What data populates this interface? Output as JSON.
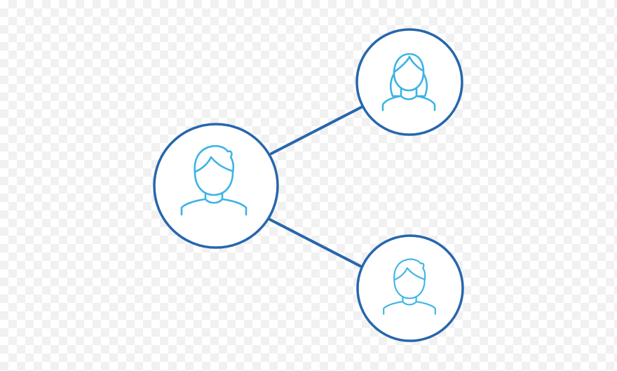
{
  "colors": {
    "ring": "#2766ad",
    "connector": "#2766ad",
    "person": "#3bb4e5"
  },
  "nodes": [
    {
      "id": "center",
      "icon": "male-person-icon"
    },
    {
      "id": "top-right",
      "icon": "female-person-icon"
    },
    {
      "id": "bottom-right",
      "icon": "male-person-icon"
    }
  ]
}
